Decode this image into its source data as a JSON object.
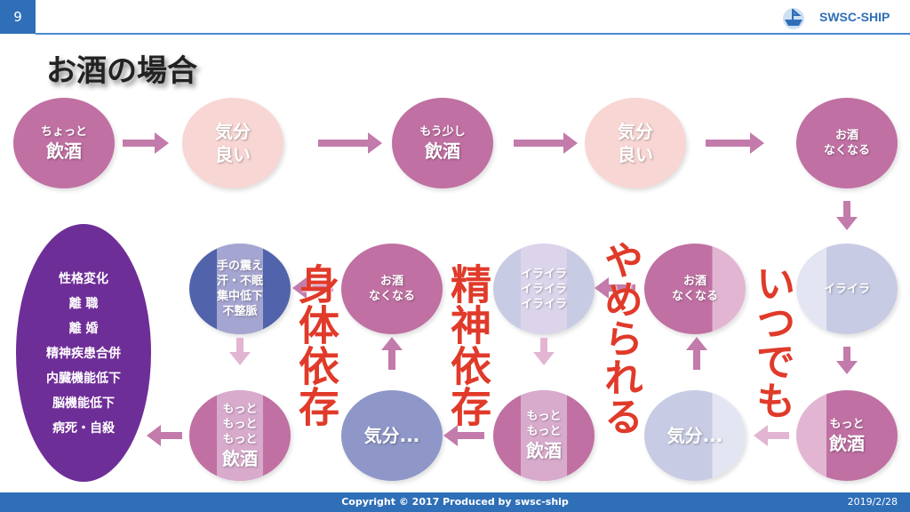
{
  "header": {
    "page_number": "9",
    "brand": "SWSC-SHIP"
  },
  "title": "お酒の場合",
  "row1": [
    {
      "small": "ちょっと",
      "big": "飲酒"
    },
    {
      "big": "気分\n良い"
    },
    {
      "small": "もう少し",
      "big": "飲酒"
    },
    {
      "big": "気分\n良い"
    },
    {
      "small": "お酒\nなくなる"
    }
  ],
  "row2": [
    {
      "small": "手の震え\n汗・不眠\n集中低下\n不整脈"
    },
    {
      "small": "お酒\nなくなる"
    },
    {
      "small": "イライラ\nイライラ\nイライラ"
    },
    {
      "small": "お酒\nなくなる"
    },
    {
      "small": "イライラ"
    }
  ],
  "row3": [
    {
      "small": "もっと\nもっと\nもっと",
      "big": "飲酒"
    },
    {
      "big": "気分..."
    },
    {
      "small": "もっと\nもっと",
      "big": "飲酒"
    },
    {
      "big": "気分..."
    },
    {
      "small": "もっと",
      "big": "飲酒"
    }
  ],
  "consequences": [
    "性格変化",
    "離 職",
    "離 婚",
    "精神疾患合併",
    "内臓機能低下",
    "脳機能低下",
    "病死・自殺"
  ],
  "overlays": {
    "physical": "身体依存",
    "mental": "精神依存",
    "anytime": "いつでも",
    "quit": "やめられる"
  },
  "footer": {
    "copyright": "Copyright © 2017 Produced by swsc-ship",
    "date": "2019/2/28"
  },
  "colors": {
    "accent": "#2f6fb8",
    "arrow": "#c27bab",
    "red": "#e03a2a"
  }
}
